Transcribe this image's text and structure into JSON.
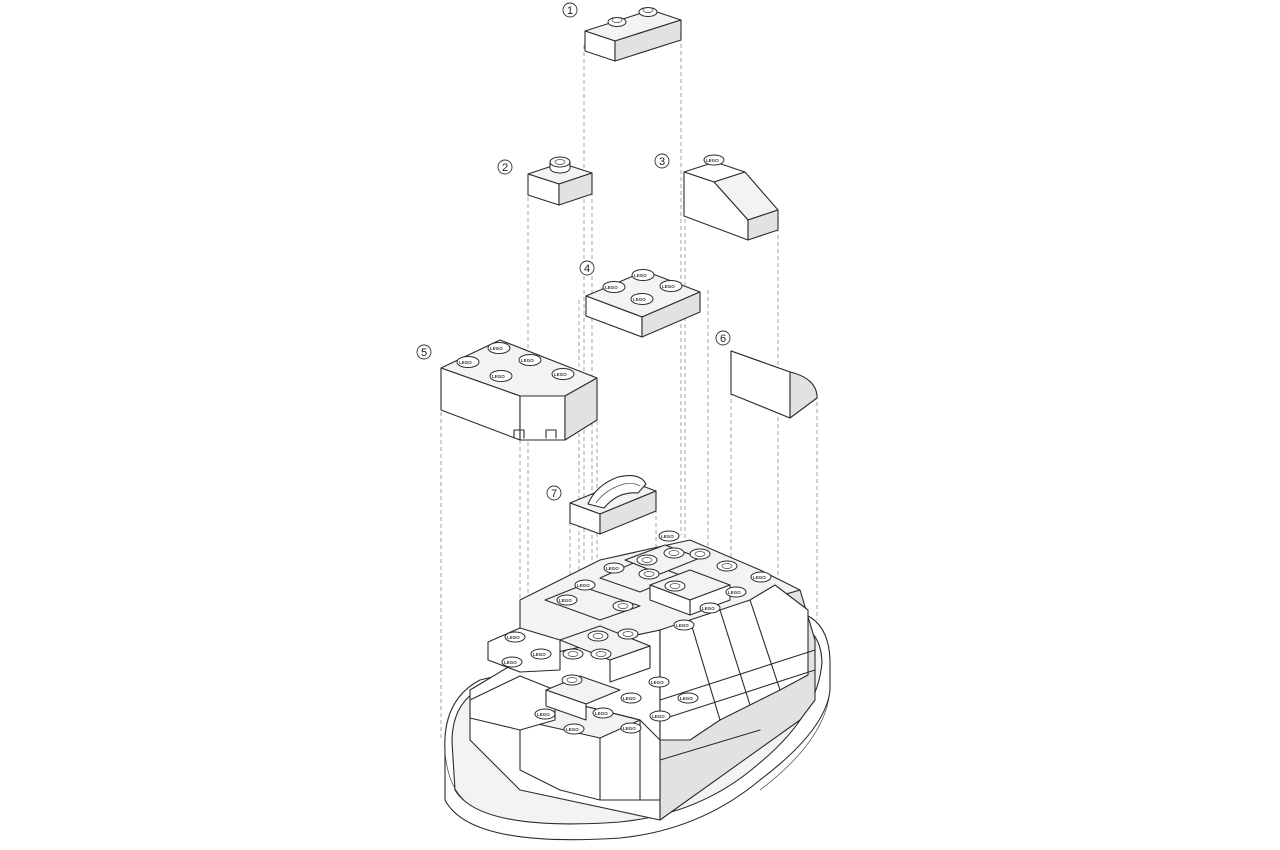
{
  "callouts": [
    {
      "id": "1",
      "text": "1"
    },
    {
      "id": "2",
      "text": "2"
    },
    {
      "id": "3",
      "text": "3"
    },
    {
      "id": "4",
      "text": "4"
    },
    {
      "id": "5",
      "text": "5"
    },
    {
      "id": "6",
      "text": "6"
    },
    {
      "id": "7",
      "text": "7"
    }
  ],
  "stud_logo": "LEGO",
  "colors": {
    "line": "#2b2b2b",
    "guide": "#9a9a9a",
    "background": "#ffffff"
  }
}
